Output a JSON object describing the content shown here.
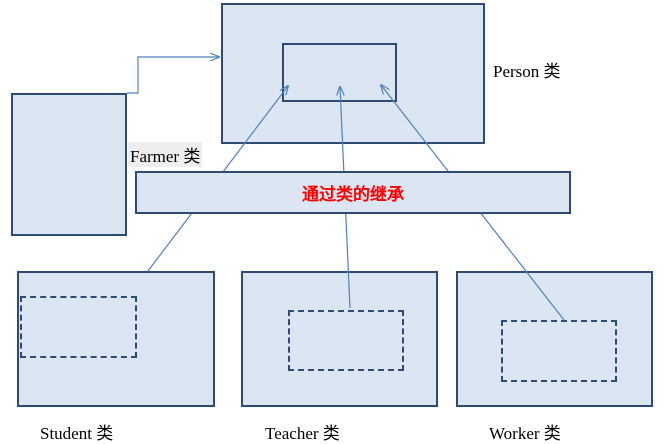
{
  "diagram": {
    "labels": {
      "person": "Person 类",
      "farmer": "Farmer 类",
      "student": "Student 类",
      "teacher": "Teacher 类",
      "worker": "Worker 类"
    },
    "banner_text": "通过类的继承",
    "colors": {
      "box_fill": "#dce6f2",
      "box_border": "#2f4b74",
      "connector": "#4f81bd",
      "banner_text": "#ff0000"
    }
  }
}
